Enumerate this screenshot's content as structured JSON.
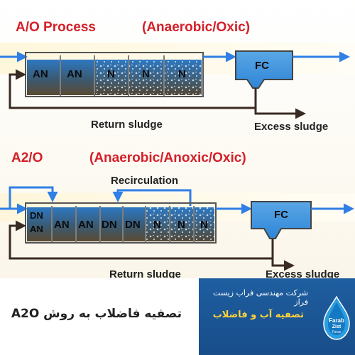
{
  "ao": {
    "title": "A/O Process",
    "subtitle": "(Anaerobic/Oxic)",
    "tanks": [
      "AN",
      "AN",
      "N",
      "N",
      "N"
    ],
    "clarifier": "FC",
    "return_label": "Return sludge",
    "excess_label": "Excess sludge"
  },
  "a2o": {
    "title": "A2/O",
    "subtitle": "(Anaerobic/Anoxic/Oxic)",
    "recirculation_label": "Recirculation",
    "first_tank_top": "DN",
    "first_tank_bottom": "AN",
    "tanks": [
      "AN",
      "AN",
      "DN",
      "DN",
      "N",
      "N",
      "N"
    ],
    "clarifier": "FC",
    "return_label": "Return sludge",
    "excess_label": "Excess sludge"
  },
  "footer": {
    "caption": "تصفیه فاضلاب به روش A2O",
    "company": "شرکت مهندسی فراب زیست فراز",
    "service": "تصفیه آب و فاضلاب",
    "logo_line1": "Farab",
    "logo_line2": "Zist",
    "logo_line3": "Faraz"
  },
  "colors": {
    "title_red": "#d4202a",
    "flow_arrow": "#2f7fe6",
    "sludge_line": "#3a2b22",
    "water_top": "#2a6fb3",
    "anaerobic_bottom": "#5b4a32",
    "clarifier_fill": "#2f86d6",
    "footer_blue": "#1e5ea0",
    "service_yellow": "#ffd33a"
  }
}
